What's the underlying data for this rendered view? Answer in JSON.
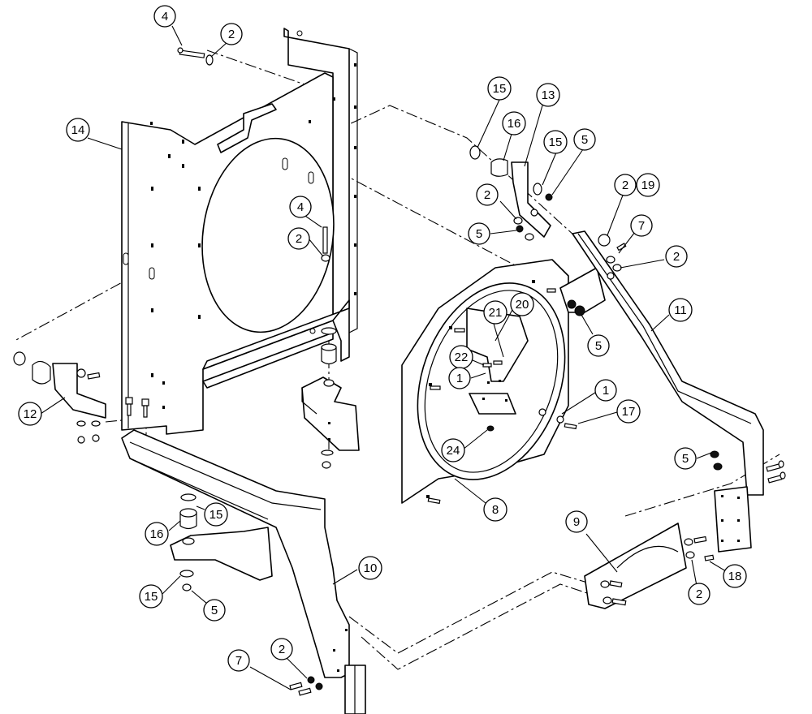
{
  "diagram": {
    "type": "exploded-parts-assembly",
    "callouts": [
      {
        "label": "4"
      },
      {
        "label": "2"
      },
      {
        "label": "14"
      },
      {
        "label": "4"
      },
      {
        "label": "2"
      },
      {
        "label": "15"
      },
      {
        "label": "16"
      },
      {
        "label": "13"
      },
      {
        "label": "15"
      },
      {
        "label": "5"
      },
      {
        "label": "2"
      },
      {
        "label": "5"
      },
      {
        "label": "2"
      },
      {
        "label": "19"
      },
      {
        "label": "7"
      },
      {
        "label": "2"
      },
      {
        "label": "11"
      },
      {
        "label": "20"
      },
      {
        "label": "21"
      },
      {
        "label": "22"
      },
      {
        "label": "1"
      },
      {
        "label": "5"
      },
      {
        "label": "1"
      },
      {
        "label": "17"
      },
      {
        "label": "24"
      },
      {
        "label": "12"
      },
      {
        "label": "5"
      },
      {
        "label": "8"
      },
      {
        "label": "15"
      },
      {
        "label": "16"
      },
      {
        "label": "9"
      },
      {
        "label": "10"
      },
      {
        "label": "15"
      },
      {
        "label": "5"
      },
      {
        "label": "2"
      },
      {
        "label": "18"
      },
      {
        "label": "2"
      },
      {
        "label": "7"
      }
    ]
  }
}
